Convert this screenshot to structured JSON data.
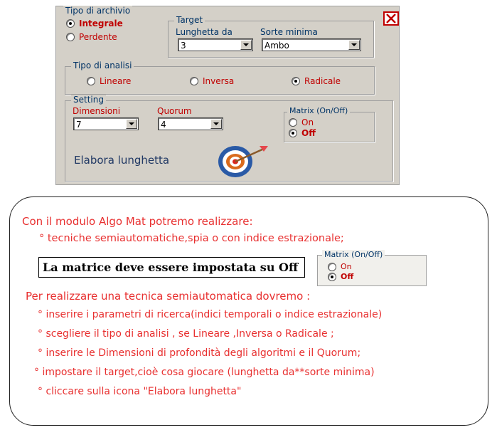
{
  "app": {
    "tipo_archivio": {
      "legend": "Tipo di archivio",
      "options": [
        "Integrale",
        "Perdente"
      ],
      "selected": "Integrale"
    },
    "target": {
      "legend": "Target",
      "lunghetta_label": "Lunghetta da",
      "lunghetta_value": "3",
      "sorte_label": "Sorte minima",
      "sorte_value": "Ambo"
    },
    "tipo_analisi": {
      "legend": "Tipo di analisi",
      "options": [
        "Lineare",
        "Inversa",
        "Radicale"
      ],
      "selected": "Radicale"
    },
    "setting": {
      "legend": "Setting",
      "dimensioni_label": "Dimensioni",
      "dimensioni_value": "7",
      "quorum_label": "Quorum",
      "quorum_value": "4"
    },
    "matrix": {
      "legend": "Matrix (On/Off)",
      "options": [
        "On",
        "Off"
      ],
      "selected": "Off"
    },
    "elabora_label": "Elabora lunghetta",
    "close_icon": "close-x-icon",
    "target_icon": "target-arrow-icon"
  },
  "info": {
    "intro": "Con il modulo Algo Mat potremo realizzare:",
    "bullet_1": "° tecniche semiautomatiche,spia o con indice estrazionale;",
    "note": "La matrice deve essere impostata su Off",
    "matrix_legend": "Matrix (On/Off)",
    "matrix_on": "On",
    "matrix_off": "Off",
    "steps_intro": "Per realizzare una tecnica semiautomatica dovremo :",
    "steps": [
      "° inserire i parametri di ricerca(indici temporali o indice estrazionale)",
      "° scegliere il tipo di analisi , se Lineare ,Inversa o Radicale ;",
      "° inserire le Dimensioni di profondità degli algoritmi e il Quorum;",
      "° impostare il target,cioè cosa giocare (lunghetta da**sorte minima)",
      "° cliccare sulla icona \"Elabora lunghetta\""
    ]
  },
  "colors": {
    "panel": "#d4d0c8",
    "accent_red": "#c00000",
    "label_blue": "#003366",
    "note_red": "#e83030"
  }
}
